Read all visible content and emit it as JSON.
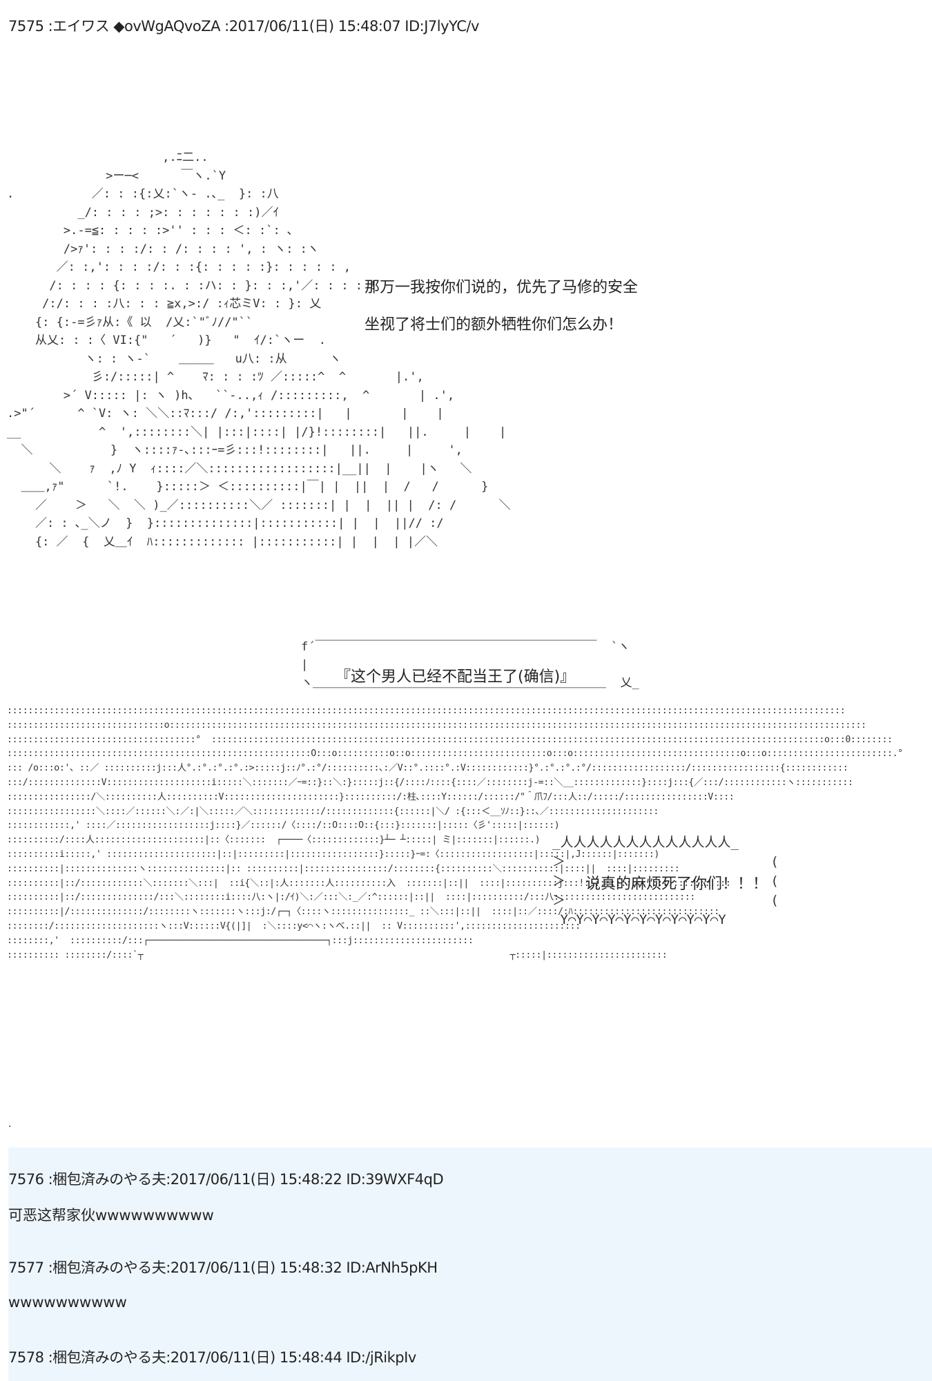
{
  "posts": [
    {
      "header": "7575 :エイワス ◆ovWgAQvoZA :2017/06/11(日) 15:48:07 ID:J7lyYC/v",
      "dialog_lines": [
        "那万一我按你们说的，优先了马修的安全",
        "坐视了将士们的额外牺牲你们怎么办！"
      ],
      "bubble_text": "『这个男人已经不配当王了(确信)』",
      "shout_text": "说真的麻烦死了你们！！！"
    },
    {
      "header": "7576 :梱包済みのやる夫:2017/06/11(日) 15:48:22 ID:39WXF4qD",
      "body": "可恶这帮家伙wwwwwwwwww"
    },
    {
      "header": "7577 :梱包済みのやる夫:2017/06/11(日) 15:48:32 ID:ArNh5pKH",
      "body": "wwwwwwwwww"
    },
    {
      "header": "7578 :梱包済みのやる夫:2017/06/11(日) 15:48:44 ID:/jRikpIv"
    }
  ]
}
